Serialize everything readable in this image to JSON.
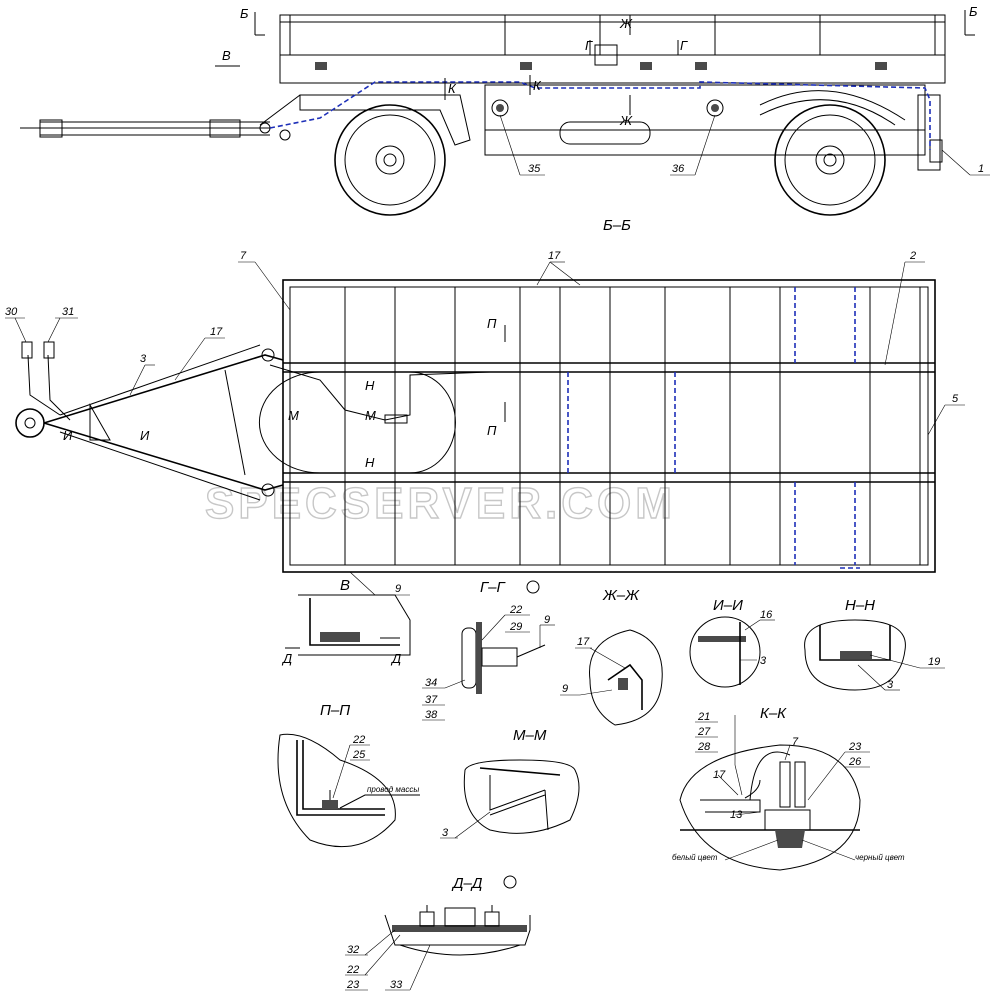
{
  "watermark": "SPECSERVER.COM",
  "sections": {
    "bb": "Б–Б",
    "v": "В",
    "gg": "Г–Г",
    "zhzh": "Ж–Ж",
    "ii": "И–И",
    "nn": "Н–Н",
    "pp": "П–П",
    "mm": "М–М",
    "kk": "К–К",
    "dd": "Д–Д"
  },
  "cut_marks": {
    "b": "Б",
    "v": "В",
    "g": "Г",
    "zh": "Ж",
    "k": "К",
    "p": "П",
    "n": "Н",
    "m": "М",
    "i": "И",
    "d": "Д"
  },
  "callouts": {
    "c1": "1",
    "c2": "2",
    "c3": "3",
    "c5": "5",
    "c7": "7",
    "c9": "9",
    "c13": "13",
    "c16": "16",
    "c17": "17",
    "c19": "19",
    "c21": "21",
    "c22": "22",
    "c23": "23",
    "c25": "25",
    "c26": "26",
    "c27": "27",
    "c28": "28",
    "c29": "29",
    "c30": "30",
    "c31": "31",
    "c32": "32",
    "c33": "33",
    "c34": "34",
    "c35": "35",
    "c36": "36",
    "c37": "37",
    "c38": "38"
  },
  "notes": {
    "ground_wire": "провод массы",
    "white_color": "белый цвет",
    "black_color": "черный цвет"
  }
}
